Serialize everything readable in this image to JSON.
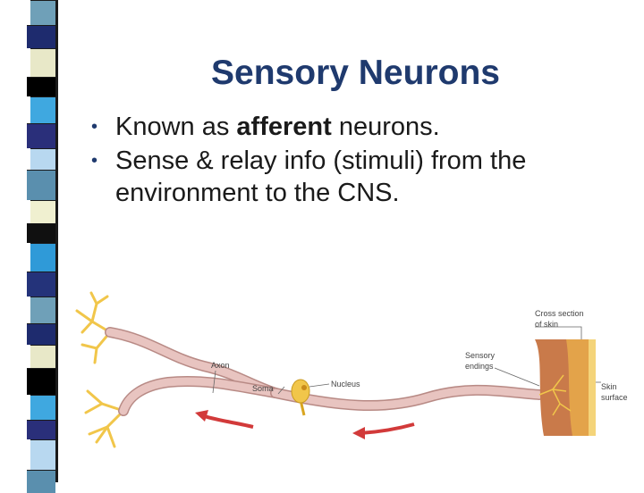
{
  "slide": {
    "title": "Sensory Neurons",
    "bullets": [
      {
        "pre": "Known as ",
        "bold": "afferent",
        "post": " neurons."
      },
      {
        "pre": "Sense & relay info (stimuli) from the environment to the CNS.",
        "bold": "",
        "post": ""
      }
    ],
    "bullet_glyph": "•"
  },
  "figure": {
    "labels": {
      "axon": "Axon",
      "soma": "Soma",
      "nucleus": "Nucleus",
      "sensory_1": "Sensory",
      "sensory_2": "endings",
      "cross_1": "Cross section",
      "cross_2": "of skin",
      "skin_1": "Skin",
      "skin_2": "surface"
    }
  },
  "colors": {
    "title": "#1f3a6e",
    "axon": "#e8c4c0",
    "axon_outline": "#b88a85",
    "dendrite": "#f1c64a",
    "arrow": "#d23a3a",
    "skin": "#d9902e"
  }
}
